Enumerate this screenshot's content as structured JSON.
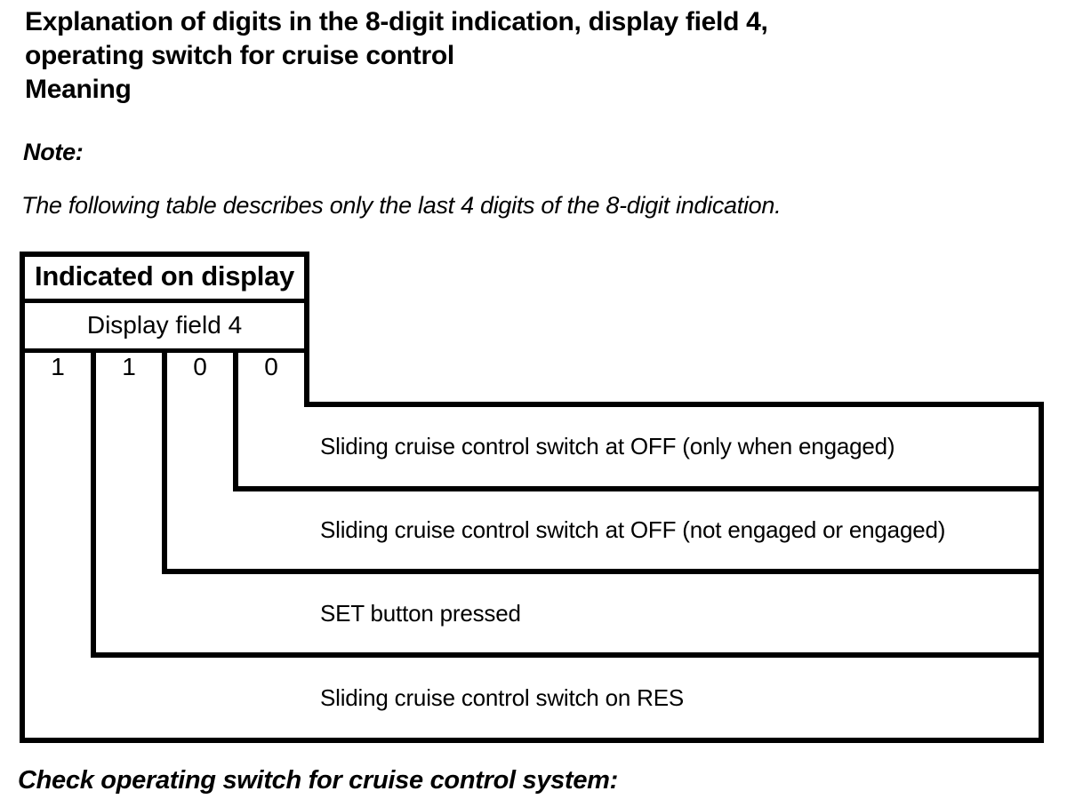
{
  "colors": {
    "ink": "#000000",
    "paper": "#ffffff"
  },
  "heading": {
    "line1": "Explanation of digits in the 8-digit indication, display field 4,",
    "line2": "operating switch for cruise control",
    "line3": "Meaning"
  },
  "note": {
    "label": "Note:",
    "body": "The following table describes only the last 4 digits of the 8-digit indication."
  },
  "diagram": {
    "header": "Indicated on display",
    "subheader": "Display field 4",
    "digits": [
      "1",
      "1",
      "0",
      "0"
    ],
    "meanings": [
      "Sliding cruise control switch at OFF (only when engaged)",
      "Sliding cruise control switch at OFF (not engaged or engaged)",
      "SET button pressed",
      "Sliding cruise control switch on RES"
    ]
  },
  "footer": {
    "text": "Check operating switch for cruise control system:"
  }
}
